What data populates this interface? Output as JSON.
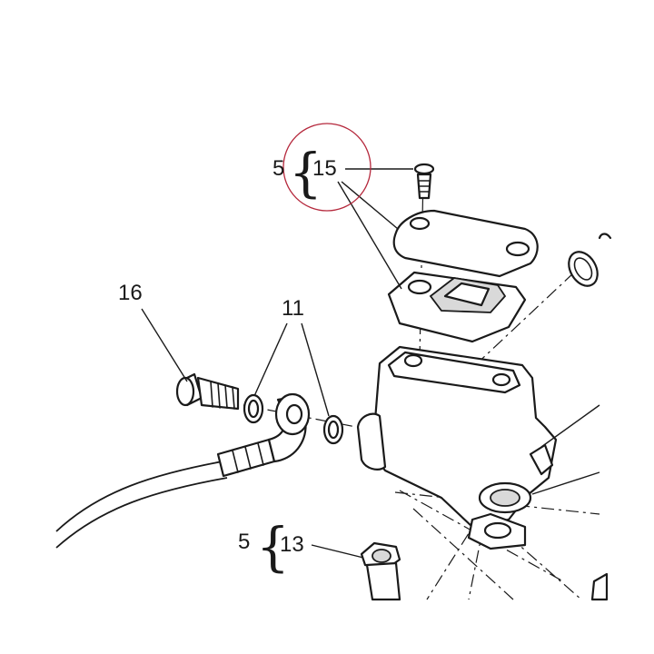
{
  "callouts": {
    "c15_group": "5",
    "c15": "15",
    "c16": "16",
    "c11": "11",
    "c13_group": "5",
    "c13": "13"
  },
  "highlight_color": "#b5283c",
  "line_color": "#1a1a1a"
}
